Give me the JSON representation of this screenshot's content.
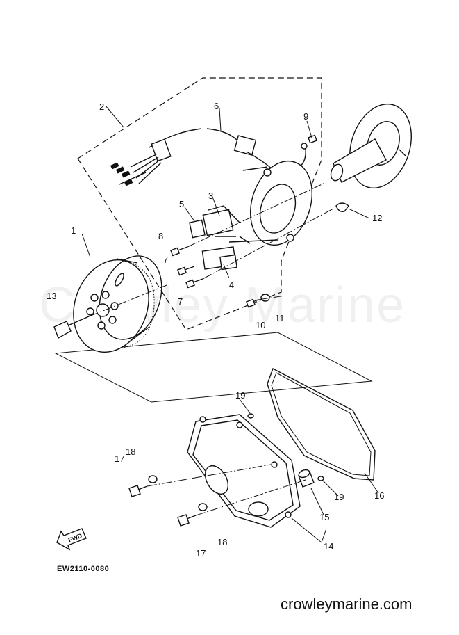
{
  "watermark": "Crowley Marine",
  "footer": {
    "site": "crowleymarine.com"
  },
  "diagram_code": "EW2110-0080",
  "fwd_label": "FWD",
  "callouts": [
    {
      "id": "c1",
      "label": "1"
    },
    {
      "id": "c2",
      "label": "2"
    },
    {
      "id": "c3",
      "label": "3"
    },
    {
      "id": "c4",
      "label": "4"
    },
    {
      "id": "c5",
      "label": "5"
    },
    {
      "id": "c6",
      "label": "6"
    },
    {
      "id": "c7a",
      "label": "7"
    },
    {
      "id": "c7b",
      "label": "7"
    },
    {
      "id": "c8",
      "label": "8"
    },
    {
      "id": "c9",
      "label": "9"
    },
    {
      "id": "c10",
      "label": "10"
    },
    {
      "id": "c11",
      "label": "11"
    },
    {
      "id": "c12",
      "label": "12"
    },
    {
      "id": "c13",
      "label": "13"
    },
    {
      "id": "c14",
      "label": "14"
    },
    {
      "id": "c15",
      "label": "15"
    },
    {
      "id": "c16",
      "label": "16"
    },
    {
      "id": "c17a",
      "label": "17"
    },
    {
      "id": "c17b",
      "label": "17"
    },
    {
      "id": "c18a",
      "label": "18"
    },
    {
      "id": "c18b",
      "label": "18"
    },
    {
      "id": "c19a",
      "label": "19"
    },
    {
      "id": "c19b",
      "label": "19"
    }
  ]
}
